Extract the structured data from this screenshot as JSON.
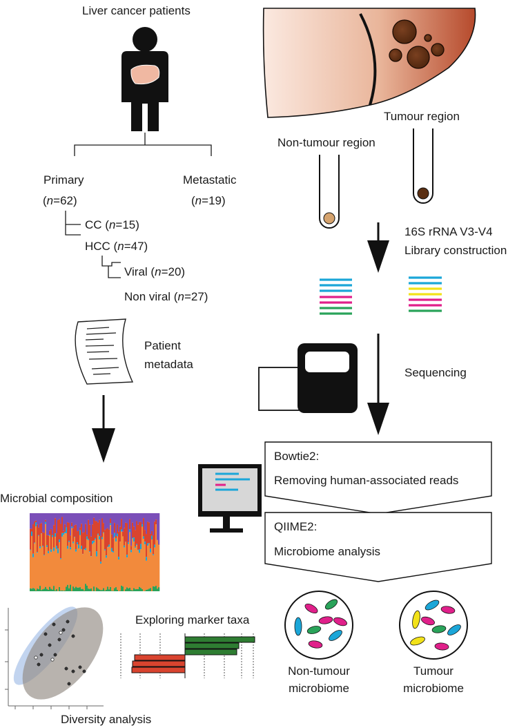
{
  "left": {
    "patients_title": "Liver cancer patients",
    "primary": {
      "label": "Primary",
      "n_var": "n",
      "n_val": "=62"
    },
    "metastatic": {
      "label": "Metastatic",
      "n_var": "n",
      "n_val": "=19"
    },
    "cc": {
      "label": "CC (",
      "n_var": "n",
      "n_val": "=15)"
    },
    "hcc": {
      "label": "HCC (",
      "n_var": "n",
      "n_val": "=47)"
    },
    "viral": {
      "label": "Viral (",
      "n_var": "n",
      "n_val": "=20)"
    },
    "nonviral": {
      "label": "Non viral (",
      "n_var": "n",
      "n_val": "=27)"
    },
    "metadata_line1": "Patient",
    "metadata_line2": "metadata",
    "microbial_composition": "Microbial composition",
    "marker_taxa": "Exploring marker taxa",
    "diversity": "Diversity analysis"
  },
  "right": {
    "tumour_region": "Tumour region",
    "non_tumour_region": "Non-tumour region",
    "library_line1": "16S rRNA V3-V4",
    "library_line2": "Library construction",
    "sequencing": "Sequencing",
    "bowtie_title": "Bowtie2:",
    "bowtie_desc": "Removing human-associated reads",
    "qiime_title": "QIIME2:",
    "qiime_desc": "Microbiome analysis",
    "non_tumour_mb_line1": "Non-tumour",
    "non_tumour_mb_line2": "microbiome",
    "tumour_mb_line1": "Tumour",
    "tumour_mb_line2": "microbiome"
  },
  "colors": {
    "cyan": "#1ba6d8",
    "magenta": "#e0208a",
    "green": "#2aa35a",
    "yellow": "#f2e21a",
    "orange": "#f28a3c",
    "purple": "#7b4fb8",
    "red": "#d9442f",
    "dark_green": "#2e7d32",
    "tumour_brown": "#5a2e12"
  }
}
